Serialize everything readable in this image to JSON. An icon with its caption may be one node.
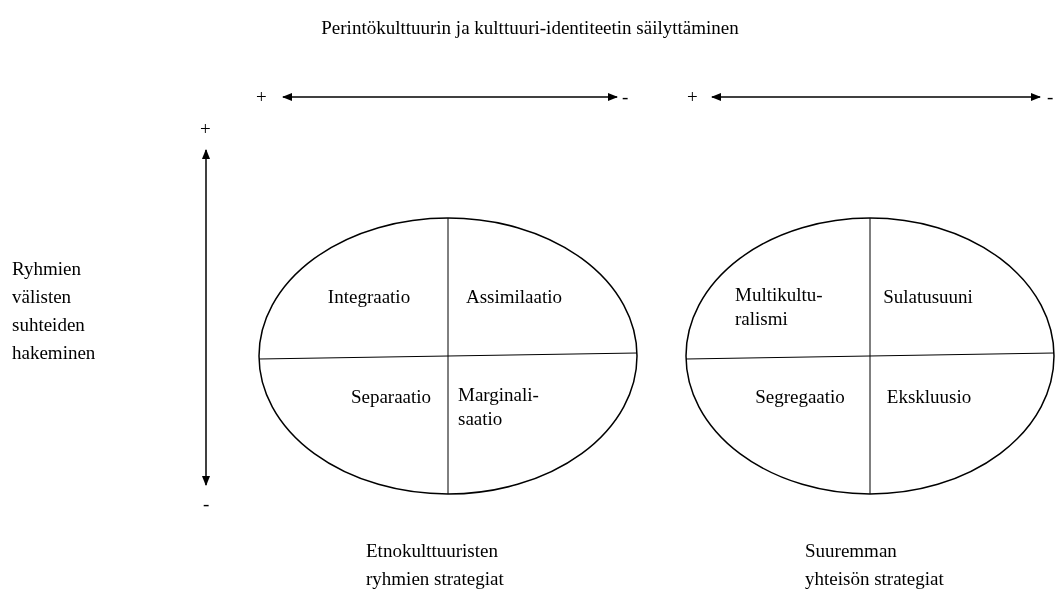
{
  "diagram": {
    "title": "Perintökulttuurin ja kulttuuri-identiteetin säilyttäminen",
    "nodes": [
      {
        "text": [],
        "shape": "circle",
        "beside": [
          "Etnokulttuuristen ryhmien strategiat"
        ]
      },
      {
        "text": [
          "Integraatio"
        ],
        "in": 0
      },
      {
        "text": [
          "Assimilaatio"
        ],
        "in": 0
      },
      {
        "text": [
          "Separaatio"
        ],
        "in": 0
      },
      {
        "text": [
          "Marginali- saatio"
        ],
        "in": 0
      },
      {
        "text": [],
        "shape": "circle",
        "beside": [
          "Suuremman yhteisön strategiat"
        ]
      },
      {
        "text": [
          "Multikultu- ralismi"
        ],
        "in": 5
      },
      {
        "text": [
          "Sulatusuuni"
        ],
        "in": 5
      },
      {
        "text": [
          "Segregaatio"
        ],
        "in": 5
      },
      {
        "text": [
          "Ekskluusio"
        ],
        "in": 5
      }
    ],
    "edges": [],
    "labels": [
      "+",
      "-",
      "+",
      "-",
      "+",
      "Ryhmien välisten suhteiden hakeminen",
      "-"
    ]
  }
}
